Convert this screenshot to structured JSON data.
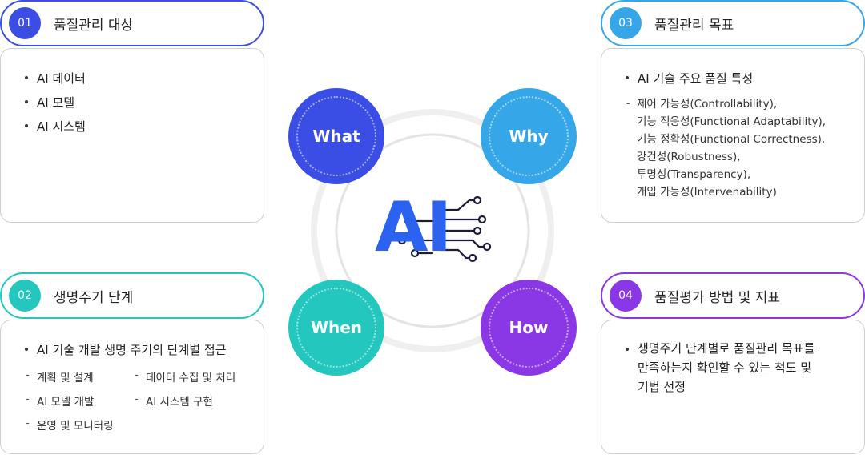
{
  "colors": {
    "what": "#3a4de4",
    "why": "#35a7e9",
    "when": "#23c7bd",
    "how": "#8a38e6",
    "ai_logo": "#2b63f0"
  },
  "center": {
    "logo_text": "AI",
    "what": "What",
    "why": "Why",
    "when": "When",
    "how": "How"
  },
  "sections": {
    "s1": {
      "num": "01",
      "title": "품질관리 대상",
      "items": [
        "AI 데이터",
        "AI 모델",
        "AI 시스템"
      ]
    },
    "s2": {
      "num": "02",
      "title": "생명주기 단계",
      "bullet": "AI 기술 개발 생명 주기의 단계별 접근",
      "sub": [
        "계획 및 설계",
        "데이터 수집 및 처리",
        "AI 모델 개발",
        "AI 시스템 구현",
        "운영 및 모니터링"
      ]
    },
    "s3": {
      "num": "03",
      "title": "품질관리 목표",
      "bullet": "AI 기술 주요 품질 특성",
      "lines": [
        "제어 가능성(Controllability),",
        "기능 적응성(Functional Adaptability),",
        "기능 정확성(Functional Correctness),",
        "강건성(Robustness),",
        "투명성(Transparency),",
        "개입 가능성(Intervenability)"
      ]
    },
    "s4": {
      "num": "04",
      "title": "품질평가 방법 및 지표",
      "lines": [
        "생명주기 단계별로 품질관리 목표를",
        "만족하는지 확인할 수 있는 척도 및",
        "기법 선정"
      ]
    }
  }
}
